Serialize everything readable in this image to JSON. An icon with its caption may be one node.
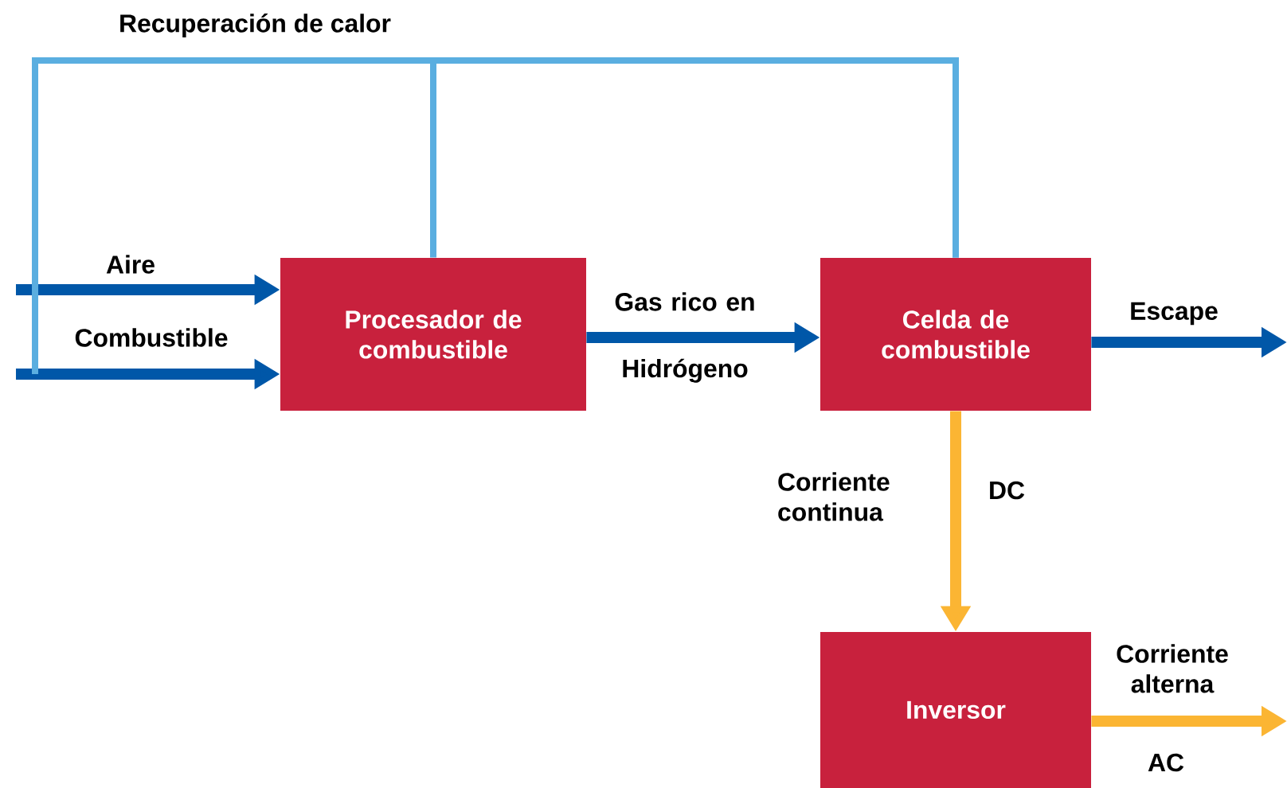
{
  "diagram": {
    "nodes": [
      {
        "text": [
          "Procesador de combustible"
        ]
      },
      {
        "text": [
          "Celda de combustible"
        ]
      },
      {
        "text": [
          "Inversor"
        ]
      }
    ],
    "edges": [
      {
        "from": null,
        "to": 0,
        "arrow": "to",
        "label": "Aire"
      },
      {
        "from": null,
        "to": 0,
        "arrow": "to",
        "label": "Combustible"
      },
      {
        "from": 0,
        "to": 1,
        "arrow": "to",
        "label": "Gas rico en Hidrógeno"
      },
      {
        "from": 1,
        "to": null,
        "arrow": "to",
        "label": "Escape"
      },
      {
        "from": 1,
        "to": 2,
        "arrow": "to",
        "label": "Corriente continua",
        "color": "#fbb533"
      },
      {
        "from": 2,
        "to": null,
        "arrow": "to",
        "label": "Corriente alterna",
        "color": "#fbb533"
      },
      {
        "from": 1,
        "to": 0,
        "arrow": "none",
        "label": "Recuperación de calor",
        "color": "#5aaee0"
      },
      {
        "from": 1,
        "to": null,
        "arrow": "none",
        "color": "#5aaee0"
      }
    ],
    "labels": [
      "DC",
      "AC"
    ]
  }
}
